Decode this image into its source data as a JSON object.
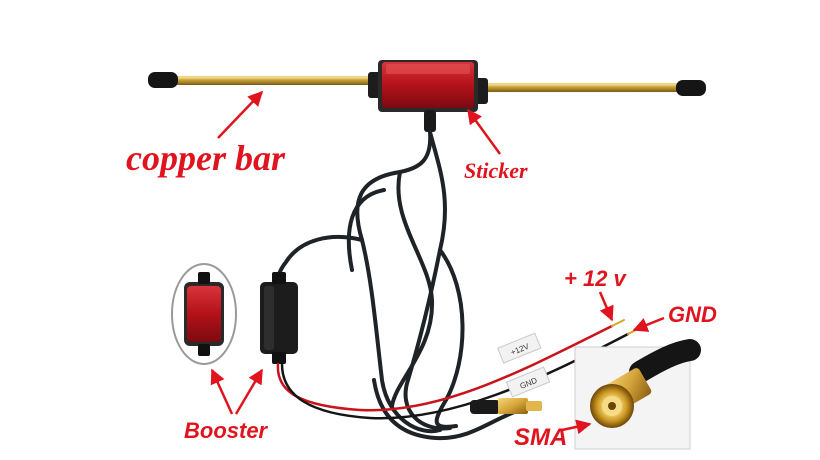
{
  "labels": {
    "copper_bar": "copper bar",
    "sticker": "Sticker",
    "plus_12v": "+ 12 v",
    "gnd": "GND",
    "booster": "Booster",
    "sma": "SMA"
  },
  "wire_tags": {
    "tag_12v": "+12V",
    "tag_gnd": "GND"
  },
  "colors": {
    "annotation": "#e0141e",
    "copper": "#c9a43a",
    "sticker_body": "#b3121a",
    "cable": "#1e2328",
    "sma_gold": "#d6a53a"
  }
}
